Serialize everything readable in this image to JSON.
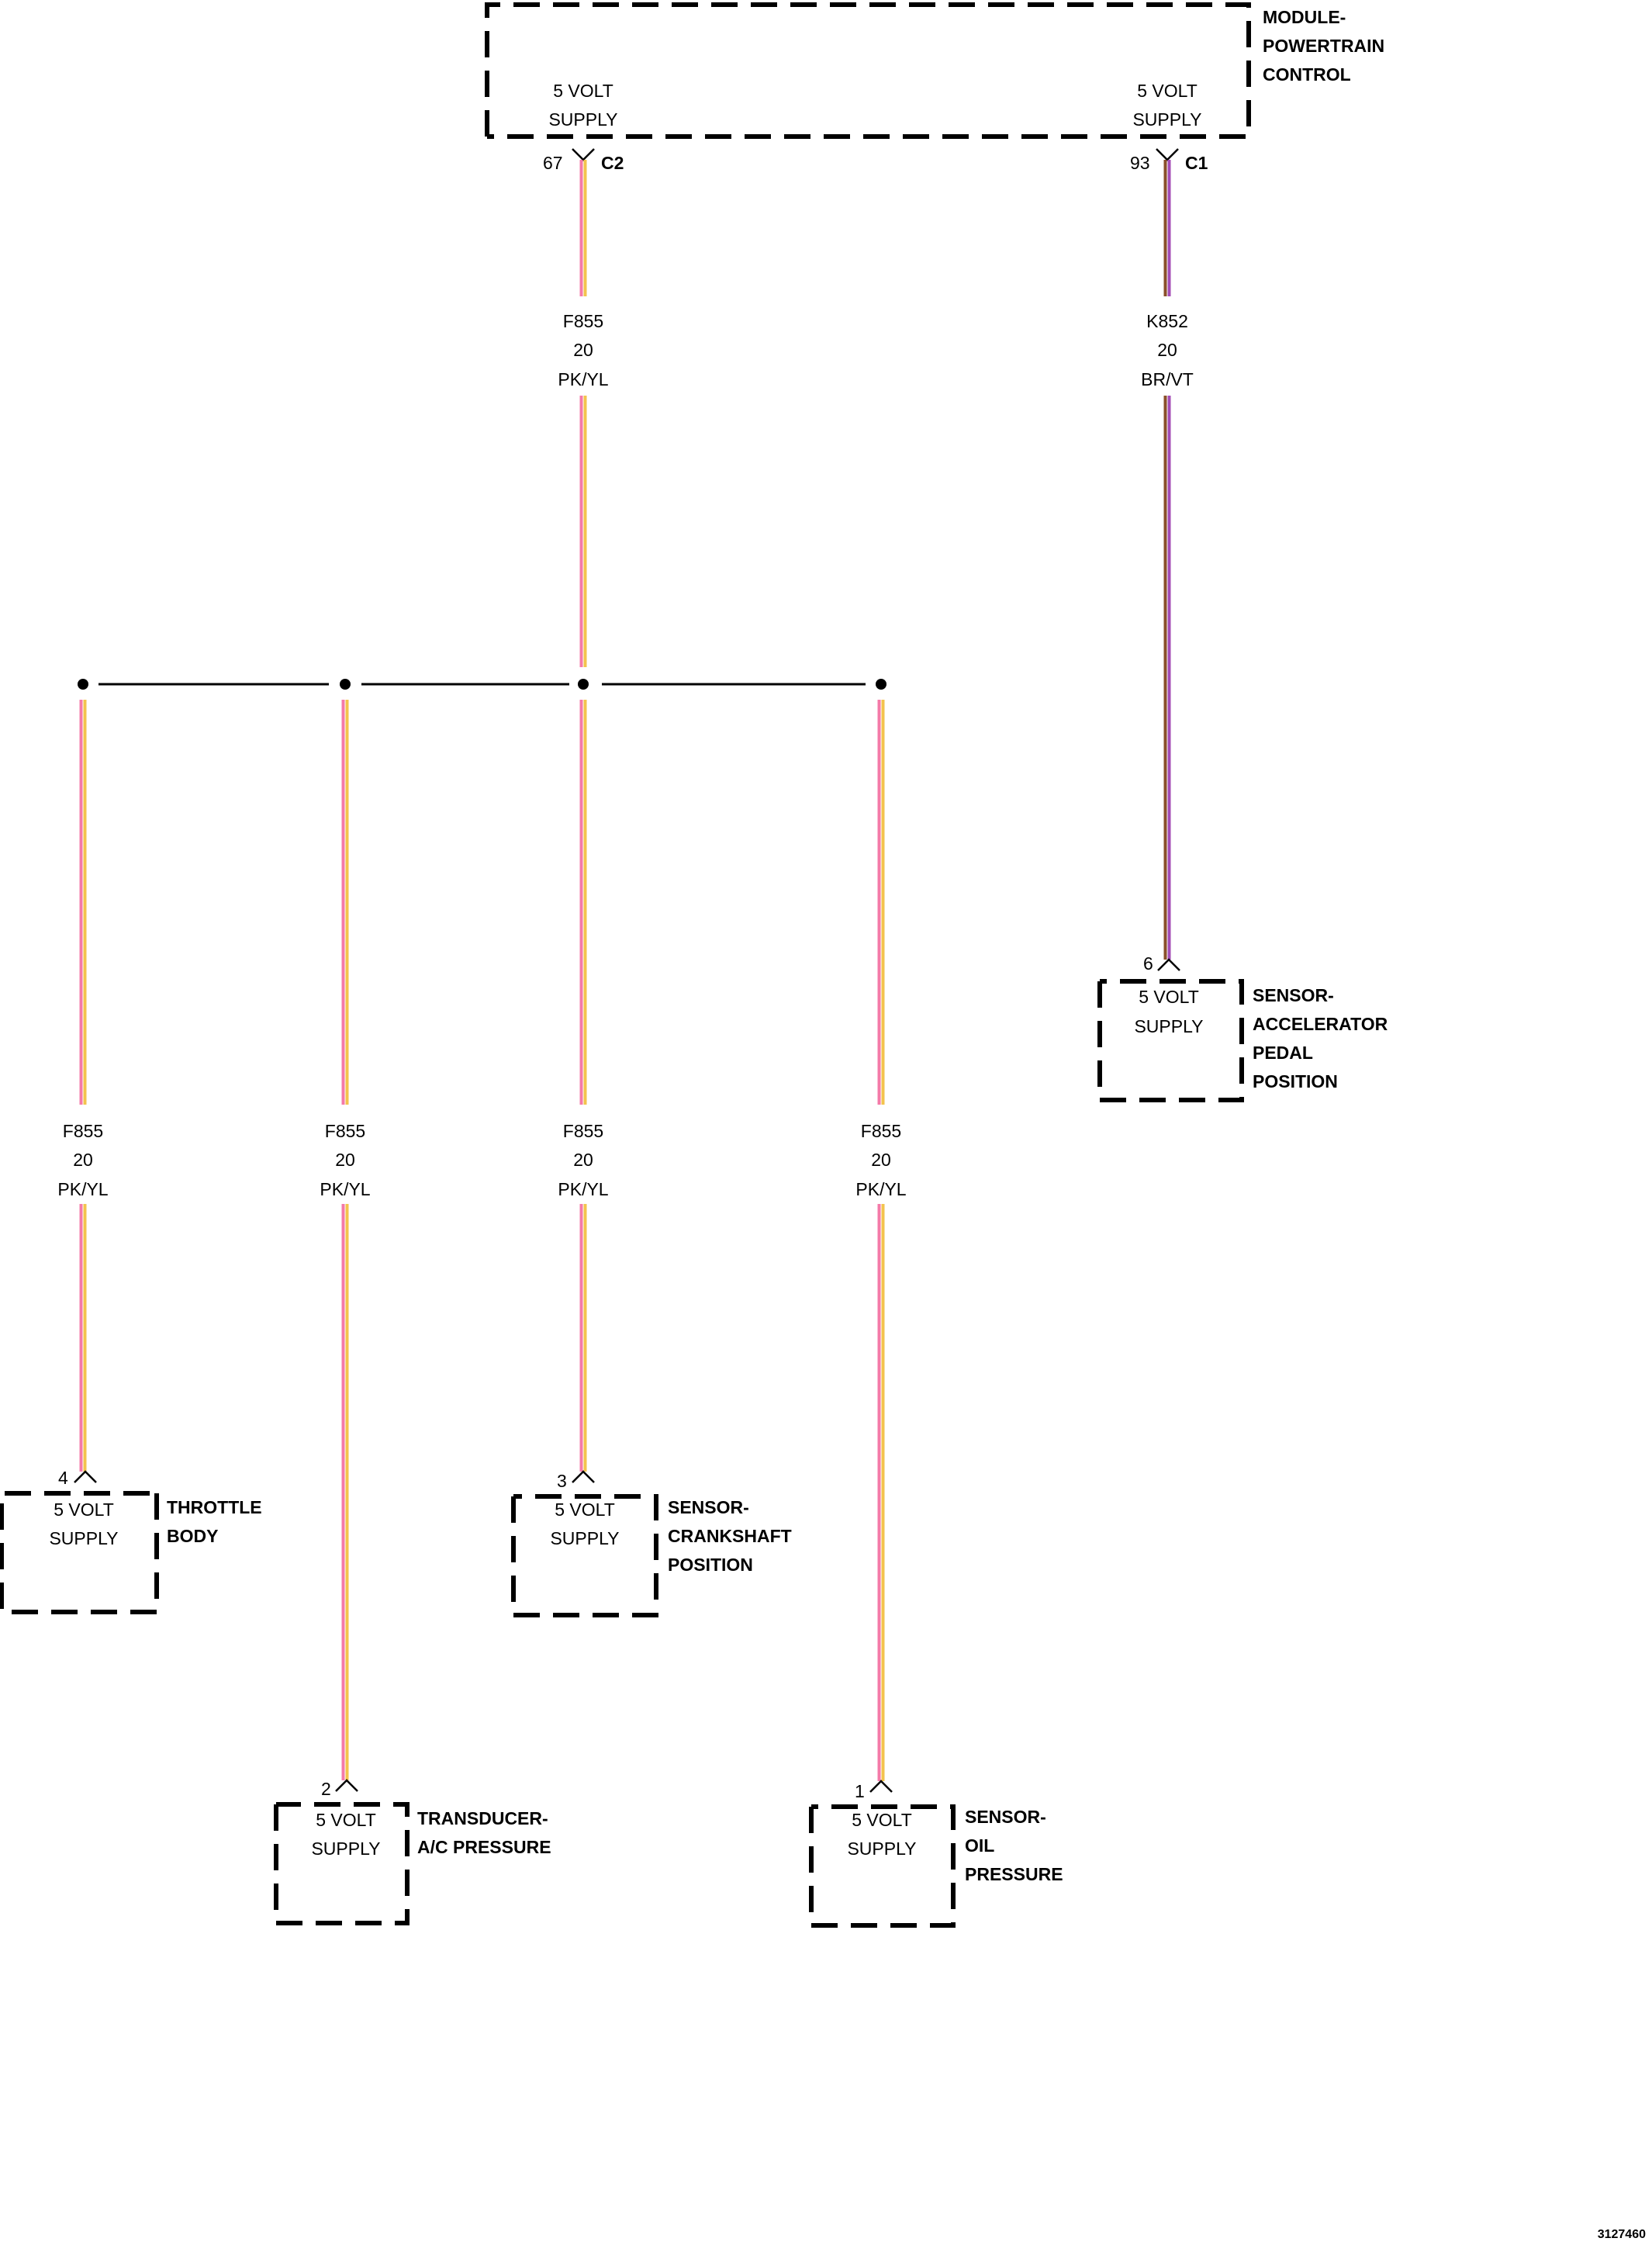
{
  "colors": {
    "pk": "#f47aa8",
    "yl": "#f3c34d",
    "br": "#8a4f2a",
    "vt": "#a34bb5",
    "line": "#000000"
  },
  "module": {
    "name_line1": "MODULE-",
    "name_line2": "POWERTRAIN",
    "name_line3": "CONTROL",
    "left_pin_label_1": "5 VOLT",
    "left_pin_label_2": "SUPPLY",
    "right_pin_label_1": "5 VOLT",
    "right_pin_label_2": "SUPPLY",
    "left_pin_number": "67",
    "left_connector": "C2",
    "right_pin_number": "93",
    "right_connector": "C1"
  },
  "wires": {
    "main": {
      "circuit": "F855",
      "gauge": "20",
      "color": "PK/YL"
    },
    "app": {
      "circuit": "K852",
      "gauge": "20",
      "color": "BR/VT"
    },
    "branch1": {
      "circuit": "F855",
      "gauge": "20",
      "color": "PK/YL"
    },
    "branch2": {
      "circuit": "F855",
      "gauge": "20",
      "color": "PK/YL"
    },
    "branch3": {
      "circuit": "F855",
      "gauge": "20",
      "color": "PK/YL"
    },
    "branch4": {
      "circuit": "F855",
      "gauge": "20",
      "color": "PK/YL"
    }
  },
  "components": {
    "throttle_body": {
      "pin": "4",
      "label_1": "5 VOLT",
      "label_2": "SUPPLY",
      "name_1": "THROTTLE",
      "name_2": "BODY"
    },
    "ac_transducer": {
      "pin": "2",
      "label_1": "5 VOLT",
      "label_2": "SUPPLY",
      "name_1": "TRANSDUCER-",
      "name_2": "A/C PRESSURE"
    },
    "crankshaft": {
      "pin": "3",
      "label_1": "5 VOLT",
      "label_2": "SUPPLY",
      "name_1": "SENSOR-",
      "name_2": "CRANKSHAFT",
      "name_3": "POSITION"
    },
    "oil_pressure": {
      "pin": "1",
      "label_1": "5 VOLT",
      "label_2": "SUPPLY",
      "name_1": "SENSOR-",
      "name_2": "OIL",
      "name_3": "PRESSURE"
    },
    "accel_pedal": {
      "pin": "6",
      "label_1": "5 VOLT",
      "label_2": "SUPPLY",
      "name_1": "SENSOR-",
      "name_2": "ACCELERATOR",
      "name_3": "PEDAL",
      "name_4": "POSITION"
    }
  },
  "figure_id": "3127460"
}
